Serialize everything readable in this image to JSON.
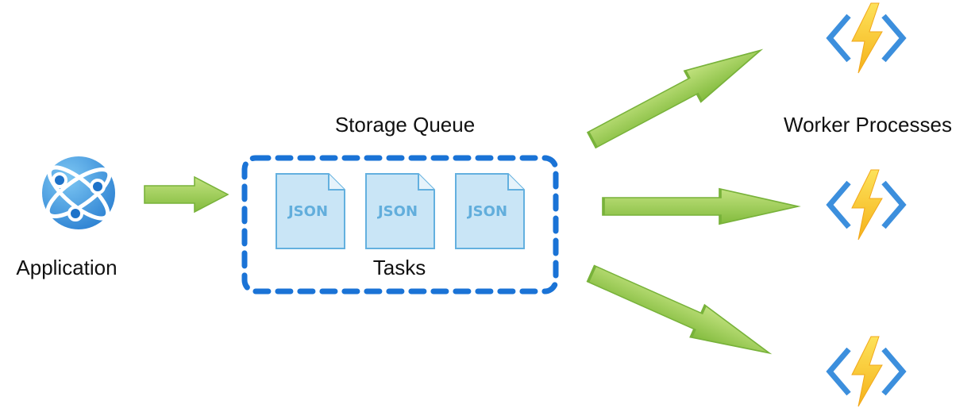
{
  "labels": {
    "application": "Application",
    "queue_title": "Storage Queue",
    "tasks": "Tasks",
    "workers": "Worker Processes"
  },
  "documents": [
    {
      "label": "JSON",
      "icon": "json-document-icon"
    },
    {
      "label": "JSON",
      "icon": "json-document-icon"
    },
    {
      "label": "JSON",
      "icon": "json-document-icon"
    }
  ],
  "workers": [
    {
      "icon": "azure-function-icon"
    },
    {
      "icon": "azure-function-icon"
    },
    {
      "icon": "azure-function-icon"
    }
  ],
  "icons": {
    "application": "azure-app-service-globe-icon",
    "arrow": "green-arrow"
  },
  "colors": {
    "arrow_light": "#b5db6c",
    "arrow_dark": "#7bb73a",
    "queue_border": "#1a73d6",
    "doc_fill": "#c4e2f5",
    "doc_stroke": "#66b3e0",
    "doc_text": "#62aedc",
    "globe_light": "#5fb3ea",
    "globe_dark": "#1d72c9",
    "bolt": "#fcd116",
    "bolt_dark": "#f2a81c",
    "bracket": "#3c8fdd"
  }
}
